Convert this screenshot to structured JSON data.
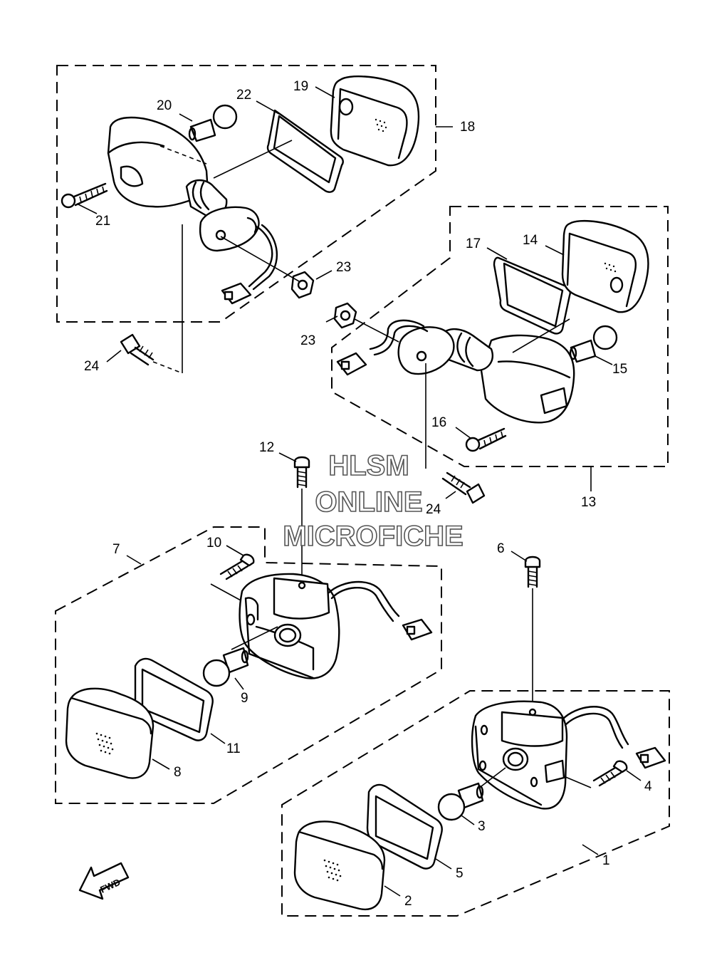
{
  "watermark": {
    "line1": "HLSM",
    "line2": "ONLINE",
    "line3": "MICROFICHE"
  },
  "fwd_label": "FWD",
  "callouts": {
    "n1": "1",
    "n2": "2",
    "n3": "3",
    "n4": "4",
    "n5": "5",
    "n6": "6",
    "n7": "7",
    "n8": "8",
    "n9": "9",
    "n10": "10",
    "n11": "11",
    "n12": "12",
    "n13": "13",
    "n14": "14",
    "n15": "15",
    "n16": "16",
    "n17": "17",
    "n18": "18",
    "n19": "19",
    "n20": "20",
    "n21": "21",
    "n22": "22",
    "n23a": "23",
    "n23b": "23",
    "n24a": "24",
    "n24b": "24"
  }
}
